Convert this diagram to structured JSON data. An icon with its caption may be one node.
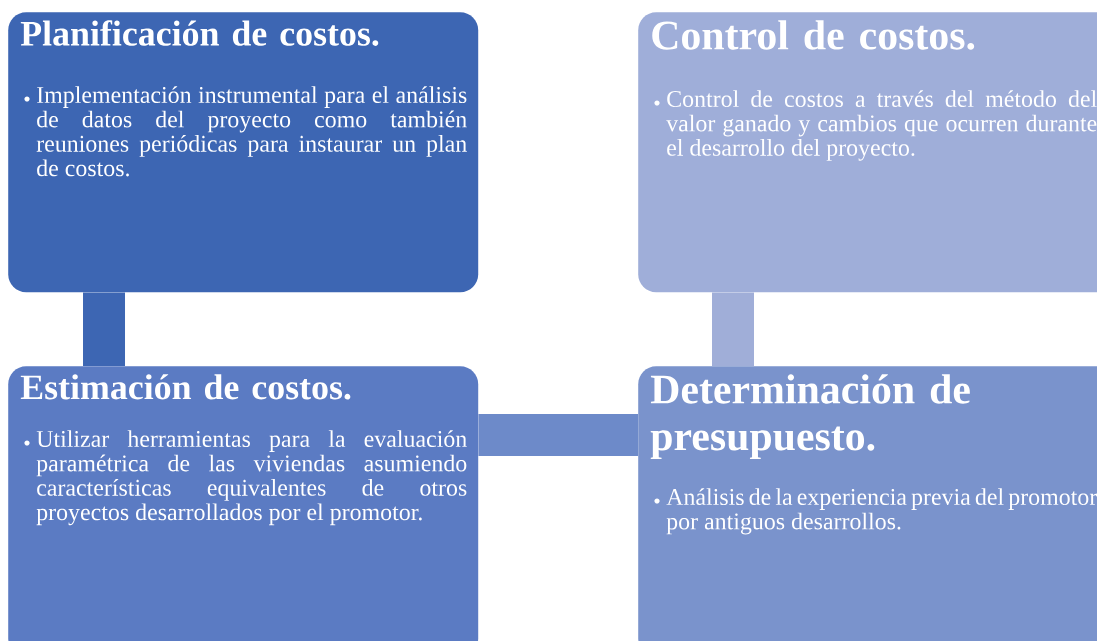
{
  "diagram": {
    "nodes": [
      {
        "text": [
          "Planificación de costos.",
          "Implementación instrumental para el análisis de datos del proyecto como también reuniones periódicas para instaurar un plan de costos."
        ]
      },
      {
        "text": [
          "Control de costos.",
          "Control de costos a través del método del valor ganado y cambios que ocurren durante el desarrollo del proyecto."
        ]
      },
      {
        "text": [
          "Estimación de costos.",
          "Utilizar herramientas para la evaluación paramétrica de las viviendas asumiendo características equivalentes de otros proyectos desarrollados por el promotor."
        ]
      },
      {
        "text": [
          "Determinación de presupuesto.",
          "Análisis de la experiencia previa del promotor por antiguos desarrollos."
        ]
      }
    ],
    "edges": [
      {
        "from": 0,
        "to": 2,
        "arrow": "none",
        "color": "#3d66b3"
      },
      {
        "from": 2,
        "to": 3,
        "arrow": "none",
        "color": "#6d8ac9"
      },
      {
        "from": 1,
        "to": 3,
        "arrow": "none",
        "color": "#a0aed8"
      }
    ]
  }
}
